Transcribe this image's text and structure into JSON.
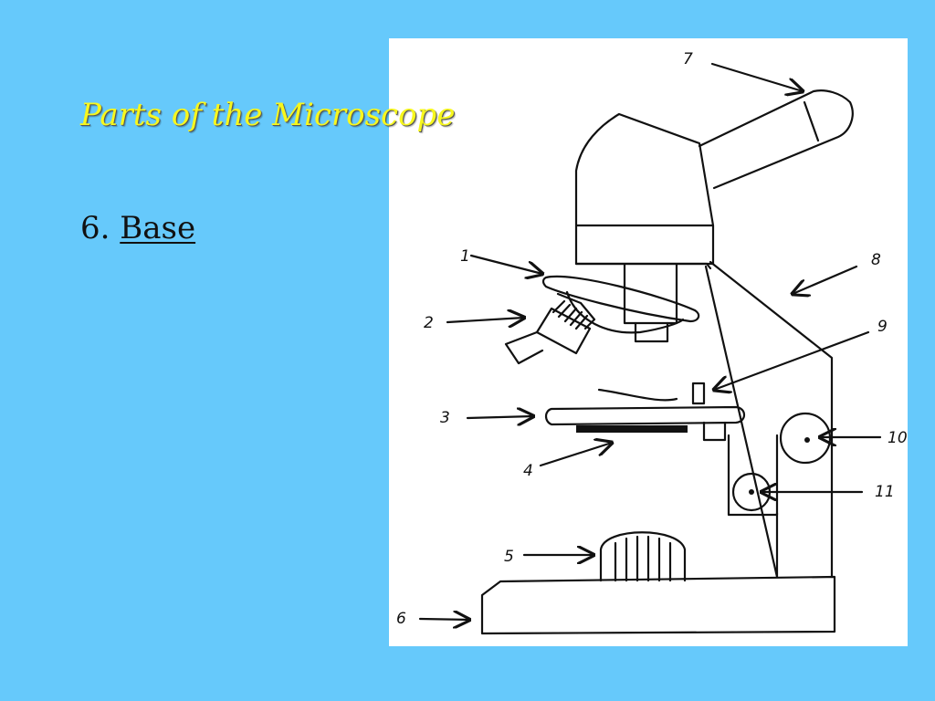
{
  "slide": {
    "title": "Parts of the Microscope",
    "item": {
      "number": "6.",
      "term": "Base"
    }
  },
  "diagram": {
    "labels": [
      "1",
      "2",
      "3",
      "4",
      "5",
      "6",
      "7",
      "8",
      "9",
      "10",
      "11"
    ]
  },
  "colors": {
    "background": "#66c9fb",
    "title": "#f7f71d",
    "panel": "#ffffff",
    "ink": "#111111"
  }
}
